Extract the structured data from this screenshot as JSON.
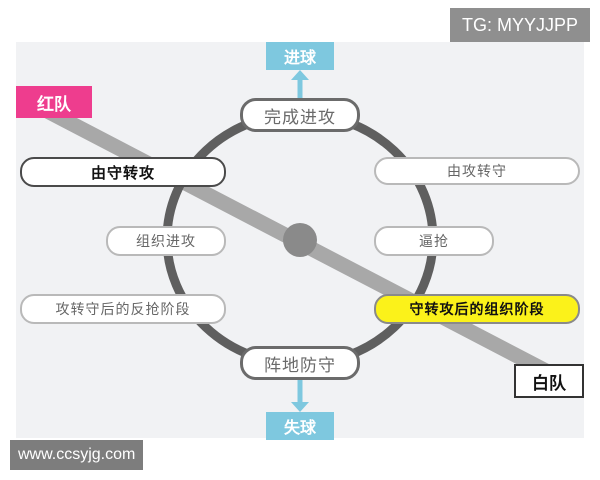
{
  "watermark_top": "TG: MYYJJPP",
  "watermark_bottom": "www.ccsyjg.com",
  "teams": {
    "red": "红队",
    "white": "白队"
  },
  "goals": {
    "attack_goal": "进球",
    "concede_goal": "失球"
  },
  "cycle_nodes": {
    "top": "完成进攻",
    "bottom": "阵地防守",
    "left_mid": "组织进攻",
    "right_mid": "逼抢"
  },
  "phases": {
    "left_upper": "由守转攻",
    "left_lower": "攻转守后的反抢阶段",
    "right_upper": "由攻转守",
    "right_lower": "守转攻后的组织阶段"
  },
  "colors": {
    "ring": "#5f5f5f",
    "diagonal": "#a8a8a8",
    "goal_box": "#7ec8df",
    "red_team": "#ee3d8e",
    "highlight": "#fbf21a"
  }
}
